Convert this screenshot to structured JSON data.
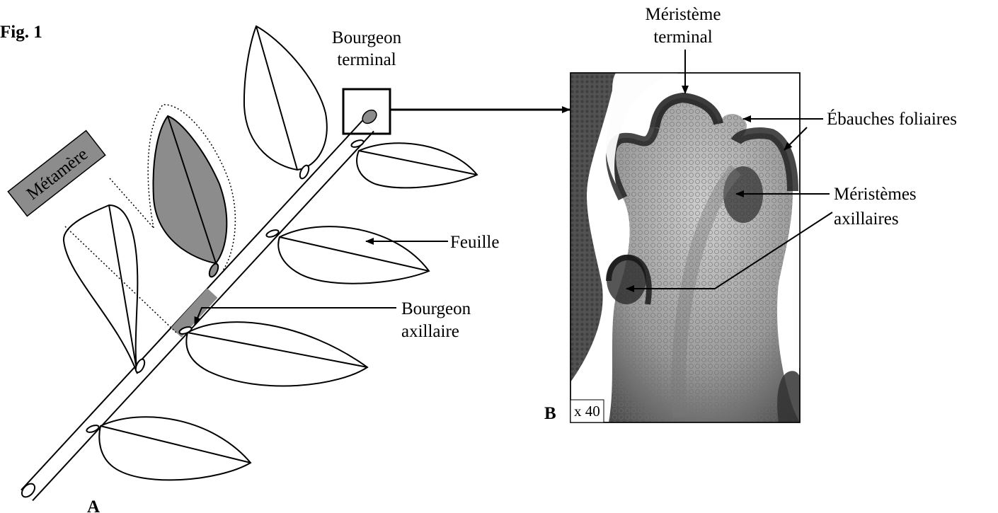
{
  "figure": {
    "title": "Fig. 1",
    "panel_a_label": "A",
    "panel_b_label": "B",
    "magnification": "x 40"
  },
  "labels": {
    "metamere": "Métamère",
    "bourgeon_terminal_1": "Bourgeon",
    "bourgeon_terminal_2": "terminal",
    "feuille": "Feuille",
    "bourgeon_axillaire_1": "Bourgeon",
    "bourgeon_axillaire_2": "axillaire",
    "meristeme_terminal_1": "Méristème",
    "meristeme_terminal_2": "terminal",
    "ebauches_foliaires": "Ébauches foliaires",
    "meristemes_axillaires_1": "Méristèmes",
    "meristemes_axillaires_2": "axillaires"
  },
  "colors": {
    "highlight_gray": "#8c8c8c",
    "line": "#000000"
  }
}
